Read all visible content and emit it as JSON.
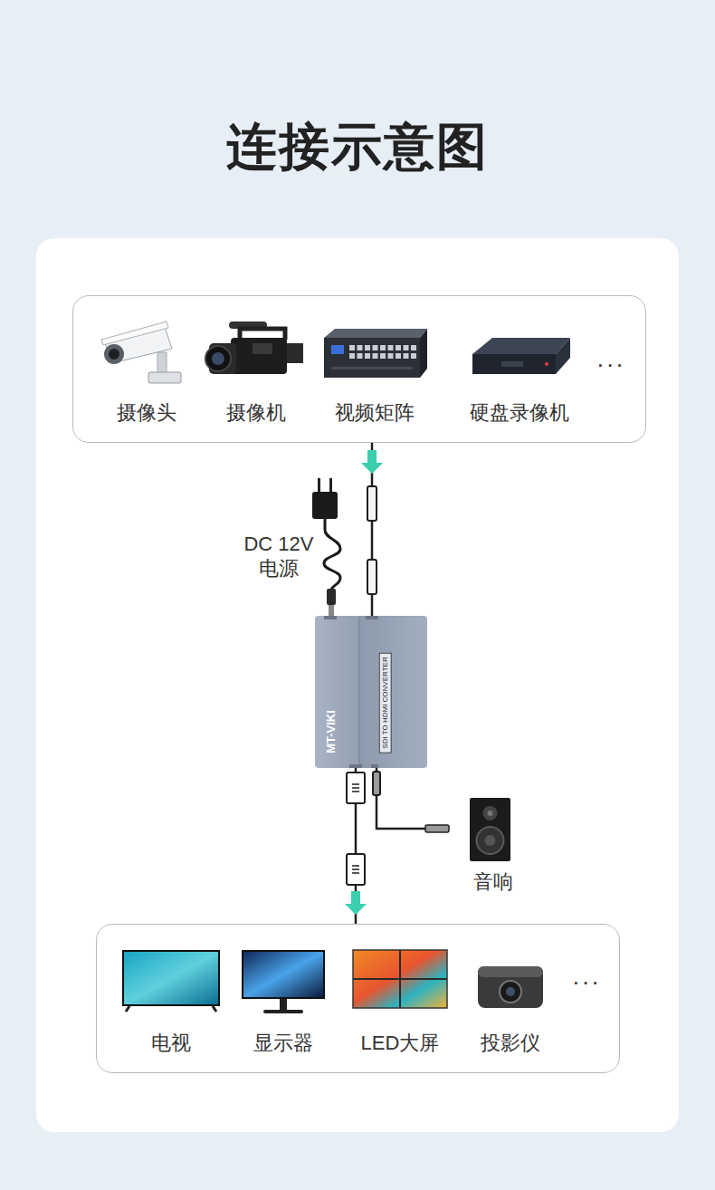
{
  "diagram": {
    "title": "连接示意图",
    "nodes": [
      {
        "text": [
          "···"
        ]
      },
      {
        "text": [
          "摄像头"
        ],
        "in": 0
      },
      {
        "text": [
          "摄像机"
        ],
        "in": 0
      },
      {
        "text": [
          "视频矩阵"
        ],
        "in": 0
      },
      {
        "text": [
          "硬盘录像机"
        ],
        "in": 0
      },
      {
        "text": [
          "MT-VIKI",
          "SDI TO HDMI CONVERTER"
        ]
      },
      {
        "text": [
          "音响"
        ]
      },
      {
        "text": [
          "···"
        ]
      },
      {
        "text": [
          "电视"
        ],
        "in": 7
      },
      {
        "text": [
          "显示器"
        ],
        "in": 7
      },
      {
        "text": [
          "LED大屏"
        ],
        "in": 7
      },
      {
        "text": [
          "投影仪"
        ],
        "in": 7
      }
    ],
    "edges": [
      {
        "from": 0,
        "to": 5,
        "arrow": "to"
      },
      {
        "from": 5,
        "to": 7,
        "arrow": "to"
      },
      {
        "from": 5,
        "to": 6,
        "arrow": "none"
      }
    ],
    "labels": [
      "DC 12V 电源"
    ]
  }
}
